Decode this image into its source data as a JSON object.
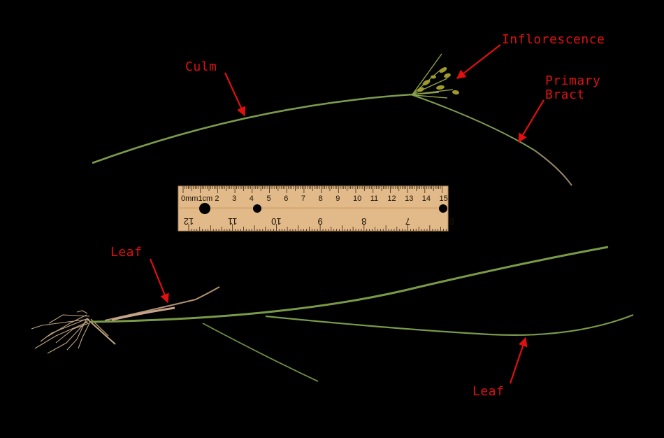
{
  "labels": {
    "culm": "Culm",
    "inflorescence": "Inflorescence",
    "primary_bract": "Primary\nBract",
    "leaf_top": "Leaf",
    "leaf_bottom": "Leaf"
  },
  "ruler": {
    "unit_top": "0mm1cm",
    "cm_numbers": [
      "2",
      "3",
      "4",
      "5",
      "6",
      "7",
      "8",
      "9",
      "10",
      "11",
      "12",
      "13",
      "14",
      "15"
    ],
    "inch_numbers": [
      "12",
      "11",
      "10",
      "9",
      "8",
      "7",
      "6"
    ]
  },
  "colors": {
    "background": "#000000",
    "annotation": "#e01010",
    "stem": "#7a9a4a",
    "ruler_wood": "#e2b988"
  }
}
